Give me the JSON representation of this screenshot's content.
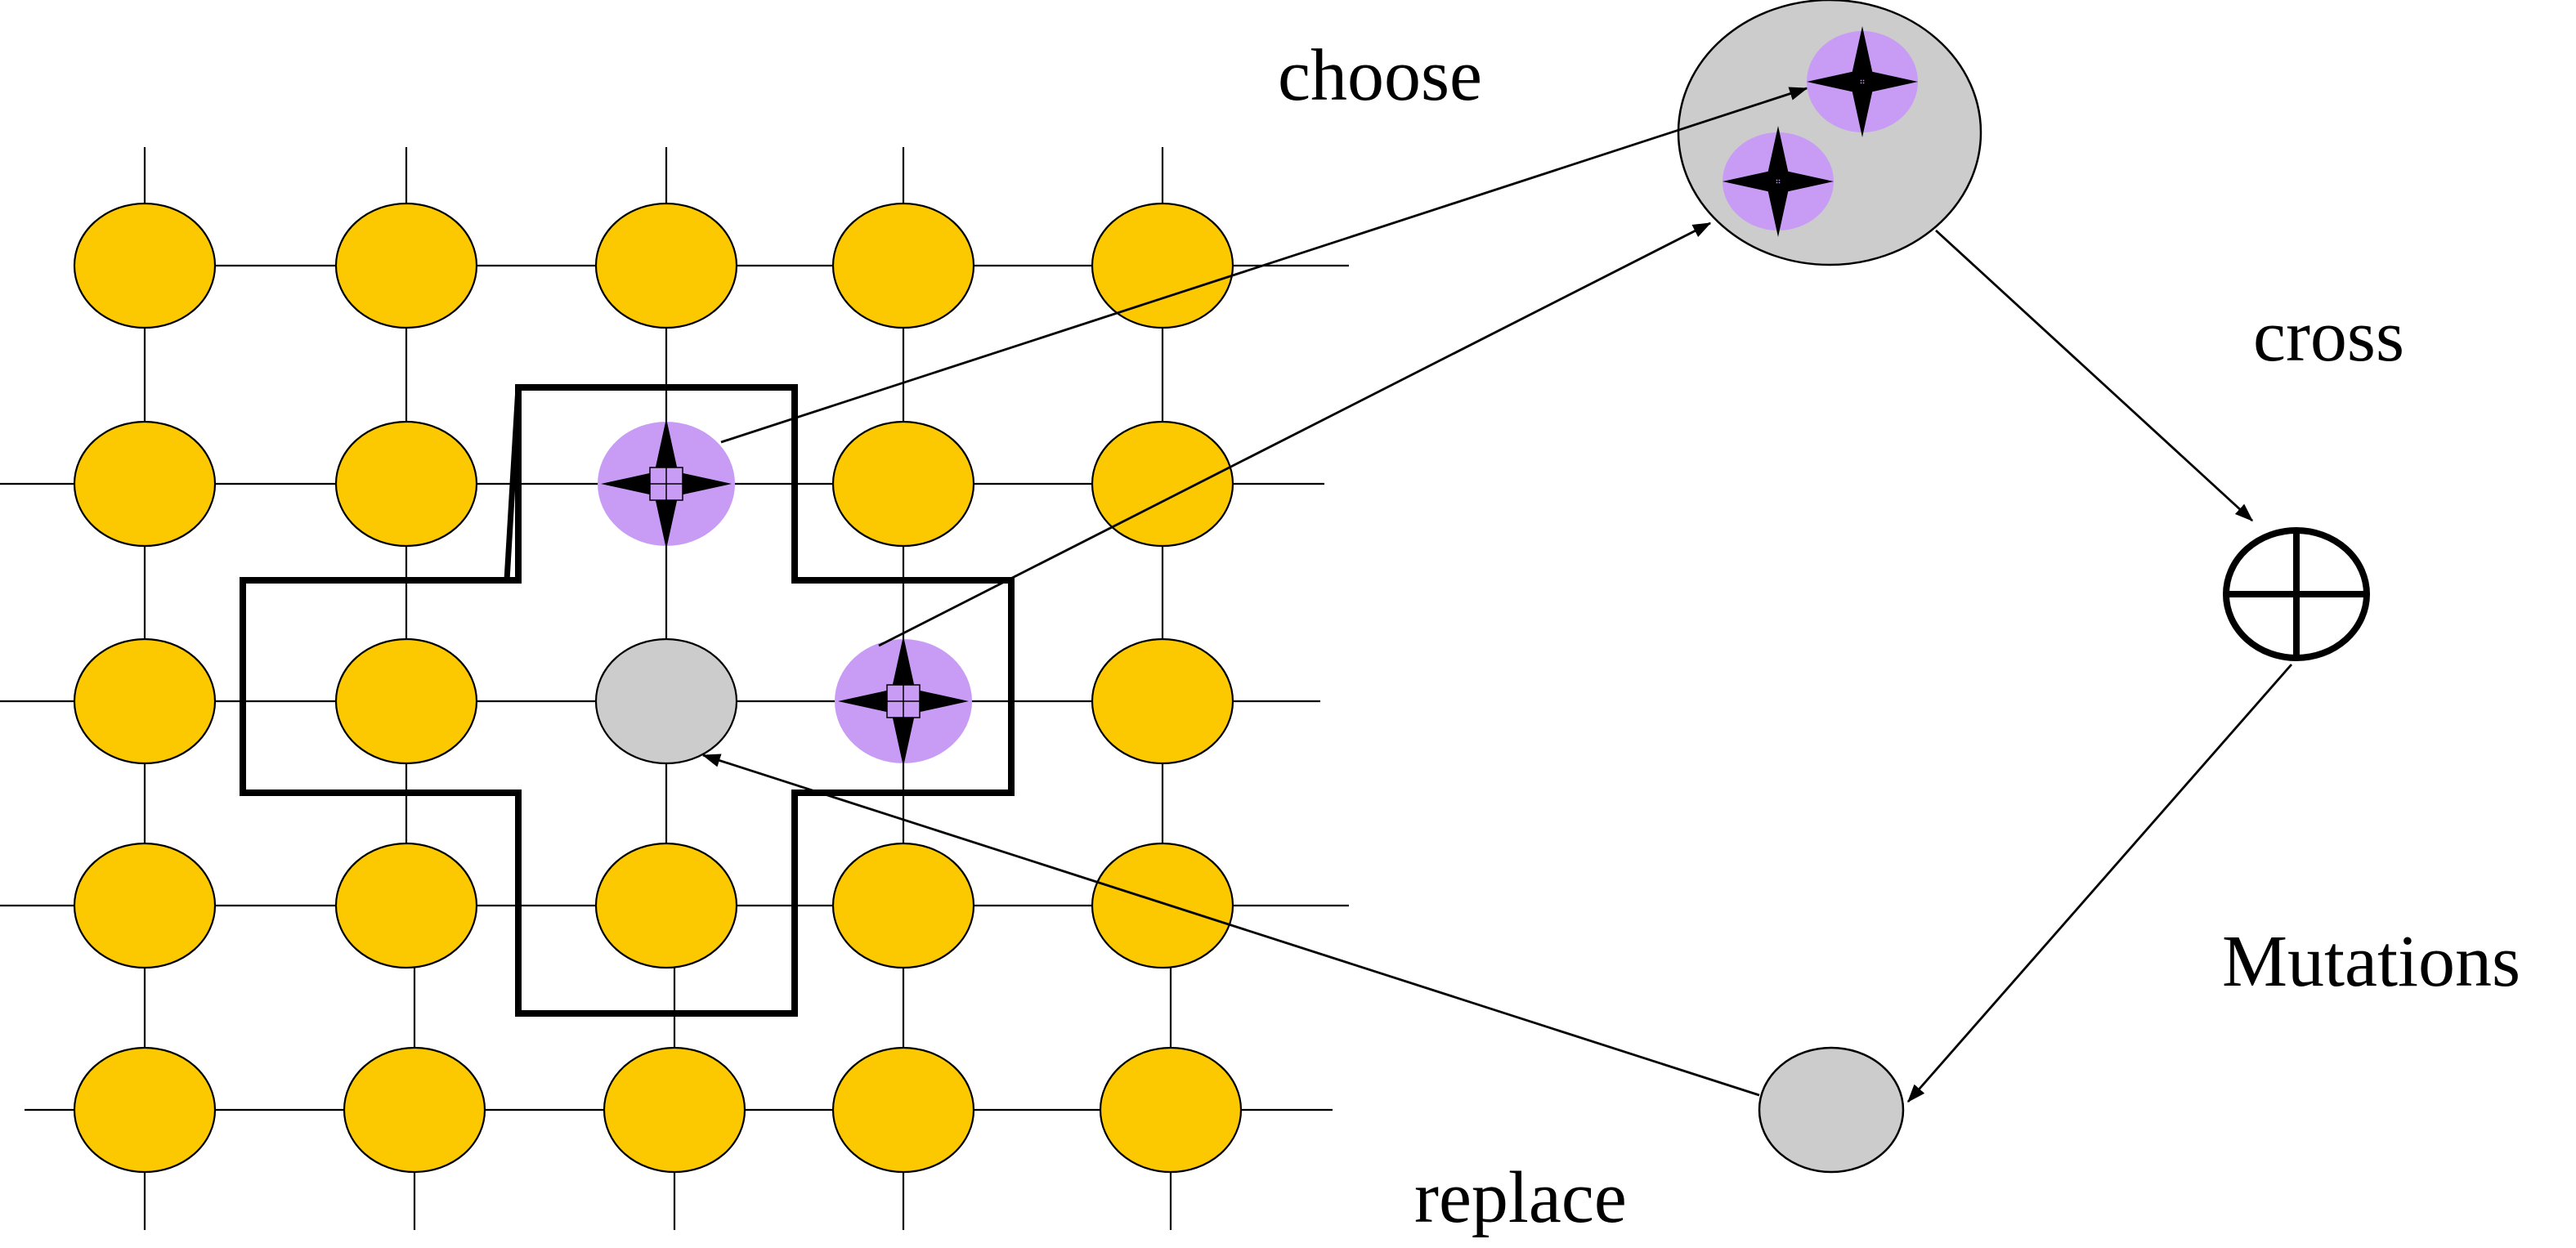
{
  "labels": {
    "choose": "choose",
    "cross": "cross",
    "mutations": "Mutations",
    "replace": "replace"
  },
  "colors": {
    "individual": "#fcc800",
    "selected_parent": "#c89cf5",
    "empty_slot": "#cccccc",
    "line": "#000000",
    "background": "#ffffff"
  },
  "grid": {
    "rows": 5,
    "cols": 5,
    "cells": [
      [
        "individual",
        "individual",
        "individual",
        "individual",
        "individual"
      ],
      [
        "individual",
        "individual",
        "selected_parent",
        "individual",
        "individual"
      ],
      [
        "individual",
        "individual",
        "empty_slot",
        "selected_parent",
        "individual"
      ],
      [
        "individual",
        "individual",
        "individual",
        "individual",
        "individual"
      ],
      [
        "individual",
        "individual",
        "individual",
        "individual",
        "individual"
      ]
    ]
  },
  "icons": {
    "parent": "four-point-star-icon",
    "cross_operator": "circled-plus-icon"
  }
}
